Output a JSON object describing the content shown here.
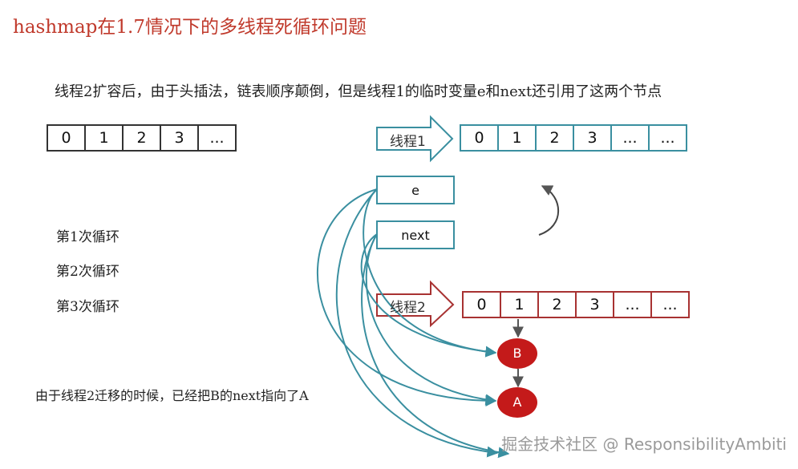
{
  "title": "hashmap在1.7情况下的多线程死循环问题",
  "note": "线程2扩容后，由于头插法，链表顺序颠倒，但是线程1的临时变量e和next还引用了这两个节点",
  "original_array": [
    "0",
    "1",
    "2",
    "3",
    "..."
  ],
  "thread1": {
    "label": "线程1",
    "cells": [
      "0",
      "1",
      "2",
      "3",
      "...",
      "..."
    ]
  },
  "thread2": {
    "label": "线程2",
    "cells": [
      "0",
      "1",
      "2",
      "3",
      "...",
      "..."
    ]
  },
  "pointers": {
    "e": "e",
    "next": "next"
  },
  "loops": [
    "第1次循环",
    "第2次循环",
    "第3次循环"
  ],
  "nodes": {
    "b": "B",
    "a": "A"
  },
  "bottom_note": "由于线程2迁移的时候，已经把B的next指向了A",
  "watermark": "掘金技术社区 @ ResponsibilityAmbiti",
  "colors": {
    "teal": "#3a8fa0",
    "red": "#a83232",
    "node_fill": "#c41a1a",
    "title": "#c0392b"
  }
}
